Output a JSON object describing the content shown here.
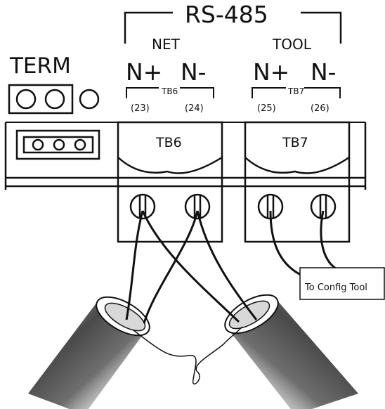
{
  "labels": {
    "rs485": "RS-485",
    "net": "NET",
    "tool": "TOOL",
    "term": "TERM",
    "tb6_pos": "N+",
    "tb6_neg": "N-",
    "tb7_pos": "N+",
    "tb7_neg": "N-",
    "tb6_small": "TB6",
    "tb7_small": "TB7",
    "pin23": "(23)",
    "pin24": "(24)",
    "pin25": "(25)",
    "pin26": "(26)",
    "tb6_block": "TB6",
    "tb7_block": "TB7",
    "config_tool": "To Config Tool"
  }
}
